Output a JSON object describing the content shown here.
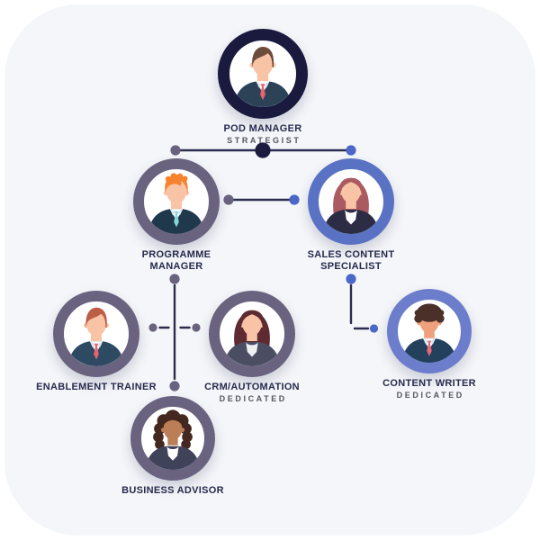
{
  "palette": {
    "background": "#ffffff",
    "panel": "#f4f6f9",
    "line": "#2b2c4e",
    "dot_gray": "#6a6380",
    "dot_navy": "#1b1c3e",
    "dot_blue": "#4a67c9",
    "collar": "#dbe7f1",
    "title_text": "#272a4d",
    "subtitle_text": "#55565e"
  },
  "nodes": [
    {
      "id": "pod-manager",
      "title": "POD MANAGER",
      "subtitle": "STRATEGIST",
      "avatar_icon": "male-avatar-brown-hair-red-tie",
      "ring": "#191a3e",
      "colors": {
        "skin": "#f9c3a6",
        "hair": "#6e4c3b",
        "suit": "#2c4257",
        "shirt": "#ffffff",
        "tie": "#e8636e"
      }
    },
    {
      "id": "programme-manager",
      "title": "PROGRAMME\nMANAGER",
      "subtitle": "",
      "avatar_icon": "male-avatar-orange-hair-teal-tie",
      "ring": "#6a6380",
      "colors": {
        "skin": "#f9c3a6",
        "hair": "#f6822d",
        "suit": "#20384c",
        "shirt": "#ffffff",
        "tie": "#86d8d8"
      }
    },
    {
      "id": "sales-content-specialist",
      "title": "SALES CONTENT\nSPECIALIST",
      "subtitle": "",
      "avatar_icon": "female-avatar-auburn-hair",
      "ring": "#5a72c4",
      "colors": {
        "skin": "#f9c3a6",
        "hair": "#aa5a60",
        "suit": "#2c2d45",
        "shirt": "#ffffff",
        "tie": ""
      }
    },
    {
      "id": "enablement-trainer",
      "title": "ENABLEMENT TRAINER",
      "subtitle": "",
      "avatar_icon": "male-avatar-auburn-hair-red-tie",
      "ring": "#6a6380",
      "colors": {
        "skin": "#f9c3a6",
        "hair": "#bc5d45",
        "suit": "#2e4a63",
        "shirt": "#ffffff",
        "tie": "#e8636e"
      }
    },
    {
      "id": "crm-automation",
      "title": "CRM/AUTOMATION",
      "subtitle": "DEDICATED",
      "avatar_icon": "female-avatar-dark-maroon-long-hair",
      "ring": "#6a6380",
      "colors": {
        "skin": "#f9c3a6",
        "hair": "#5e2b33",
        "suit": "#4b4d63",
        "shirt": "#eef0f4",
        "tie": ""
      }
    },
    {
      "id": "content-writer",
      "title": "CONTENT WRITER",
      "subtitle": "DEDICATED",
      "avatar_icon": "male-avatar-dark-curly-hair-red-tie",
      "ring": "#6c7ecb",
      "colors": {
        "skin": "#efa07d",
        "hair": "#4b3029",
        "suit": "#23405c",
        "shirt": "#ffffff",
        "tie": "#ea6b76"
      }
    },
    {
      "id": "business-advisor",
      "title": "BUSINESS ADVISOR",
      "subtitle": "",
      "avatar_icon": "female-avatar-dark-curly-hair",
      "ring": "#6a6380",
      "colors": {
        "skin": "#bb7e56",
        "hair": "#44281f",
        "suit": "#3f4259",
        "shirt": "#ffffff",
        "tie": ""
      }
    }
  ]
}
